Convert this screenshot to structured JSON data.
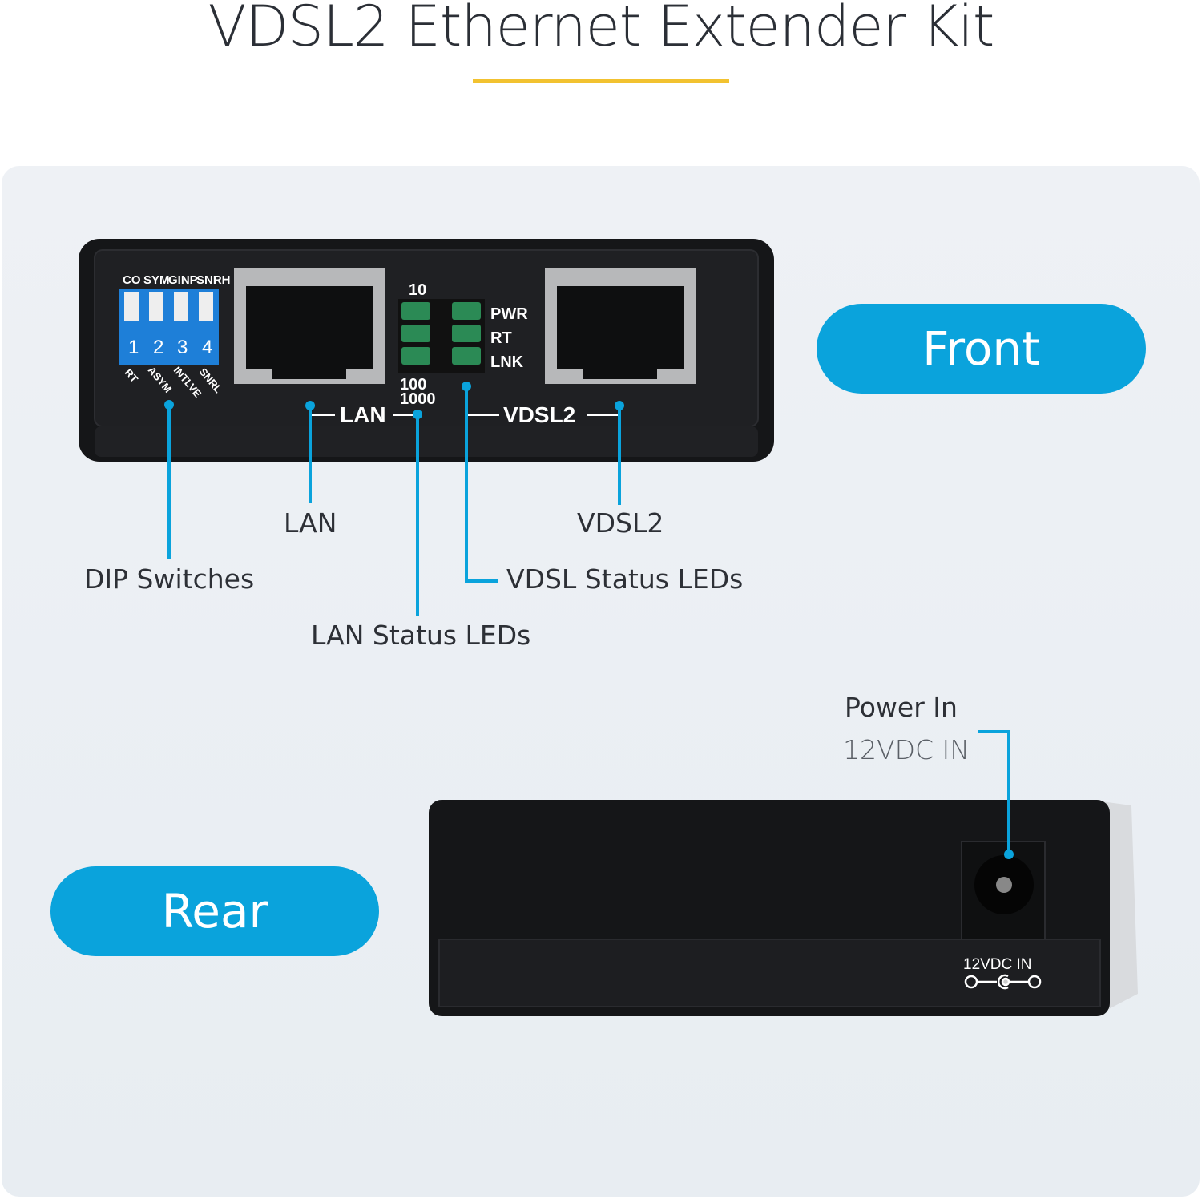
{
  "title": "VDSL2 Ethernet Extender Kit",
  "colors": {
    "accent_blue": "#0aa3dc",
    "underline_yellow": "#f2c230",
    "device_body": "#1c1d20"
  },
  "front": {
    "pill_label": "Front",
    "device": {
      "dip_top_labels": [
        "CO",
        "SYM",
        "GINP",
        "SNRH"
      ],
      "dip_numbers": [
        "1",
        "2",
        "3",
        "4"
      ],
      "dip_bottom_labels": [
        "RT",
        "ASYM",
        "INTLVE",
        "SNRL"
      ],
      "lan_speed_top": "10",
      "lan_speed_bottom": [
        "100",
        "1000"
      ],
      "vdsl_led_labels": [
        "PWR",
        "RT",
        "LNK"
      ],
      "lan_port_label": "LAN",
      "vdsl_port_label": "VDSL2"
    },
    "callouts": {
      "dip": "DIP Switches",
      "lan": "LAN",
      "lan_leds": "LAN Status LEDs",
      "vdsl_leds": "VDSL Status LEDs",
      "vdsl2": "VDSL2"
    }
  },
  "rear": {
    "pill_label": "Rear",
    "device": {
      "power_label": "12VDC IN"
    },
    "callouts": {
      "power_title": "Power In",
      "power_sub": "12VDC IN"
    }
  }
}
